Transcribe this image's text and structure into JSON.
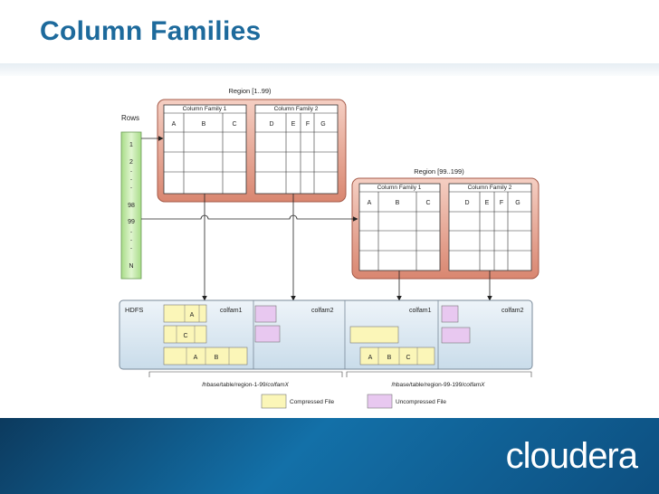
{
  "slide": {
    "title": "Column Families",
    "logo": "cloudera"
  },
  "diagram": {
    "rows_label": "Rows",
    "row_keys": [
      "1",
      "2",
      "-",
      "-",
      "-",
      "98",
      "99",
      "-",
      "-",
      "-",
      "N"
    ],
    "region1": {
      "label": "Region [1..99)",
      "family1": {
        "name": "Column Family 1",
        "columns": [
          "A",
          "B",
          "C"
        ]
      },
      "family2": {
        "name": "Column Family 2",
        "columns": [
          "D",
          "E",
          "F",
          "G"
        ]
      }
    },
    "region2": {
      "label": "Region [99..199)",
      "family1": {
        "name": "Column Family 1",
        "columns": [
          "A",
          "B",
          "C"
        ]
      },
      "family2": {
        "name": "Column Family 2",
        "columns": [
          "D",
          "E",
          "F",
          "G"
        ]
      }
    },
    "hdfs": {
      "label": "HDFS",
      "colfam1": "colfam1",
      "colfam2": "colfam2",
      "blocks_region1": [
        "A",
        "C",
        "A",
        "B"
      ],
      "blocks_region2": [
        "A",
        "B",
        "C"
      ],
      "path_region1_prefix": "/hbase/table/region-1-99/",
      "path_region2_prefix": "/hbase/table/region-99-199/",
      "path_suffix": "colfamX"
    },
    "legend": {
      "compressed": "Compressed File",
      "uncompressed": "Uncompressed File"
    },
    "colors": {
      "region_fill": "#e6a090",
      "compressed_fill": "#fbf6b8",
      "uncompressed_fill": "#e8c8f0",
      "rows_fill": "#c4e8a8",
      "hdfs_fill": "#dbe8f2"
    }
  }
}
